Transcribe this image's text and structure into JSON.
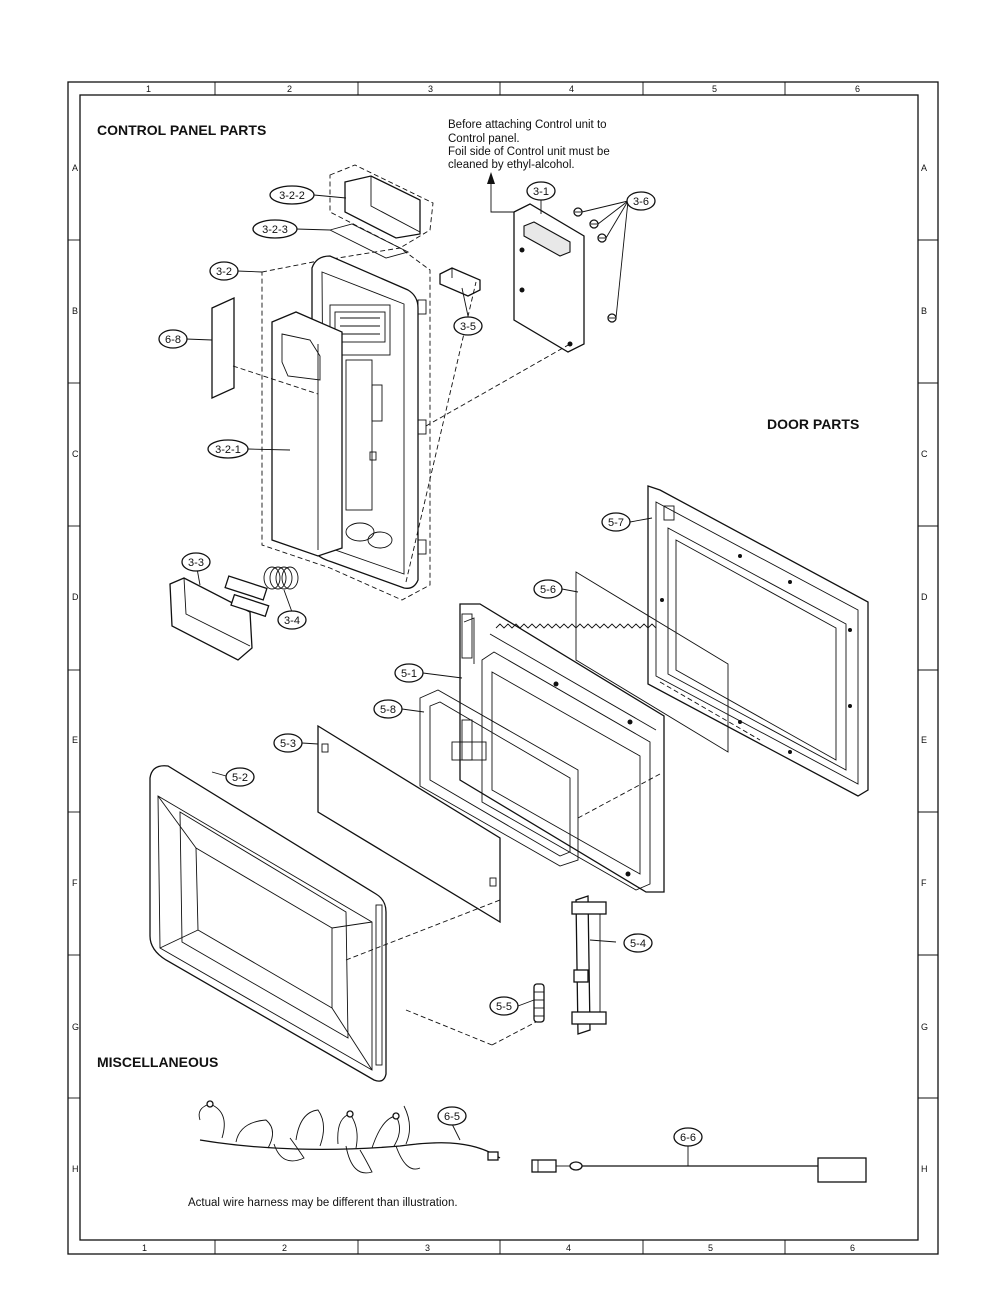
{
  "sections": {
    "control_panel": "CONTROL PANEL PARTS",
    "door": "DOOR PARTS",
    "misc": "MISCELLANEOUS"
  },
  "notes": {
    "control_unit": [
      "Before attaching Control unit to",
      "Control panel.",
      "Foil side of Control unit must be",
      "cleaned by ethyl-alcohol."
    ],
    "wire_harness": "Actual wire harness may be different than illustration."
  },
  "grid": {
    "columns_top": [
      "1",
      "2",
      "3",
      "4",
      "5",
      "6"
    ],
    "columns_bottom": [
      "1",
      "2",
      "3",
      "4",
      "5",
      "6"
    ],
    "rows": [
      "A",
      "B",
      "C",
      "D",
      "E",
      "F",
      "G",
      "H"
    ]
  },
  "callouts": [
    "3-2-2",
    "3-2-3",
    "3-2",
    "6-8",
    "3-2-1",
    "3-3",
    "3-4",
    "3-5",
    "3-1",
    "3-6",
    "5-7",
    "5-6",
    "5-1",
    "5-8",
    "5-3",
    "5-2",
    "5-4",
    "5-5",
    "6-5",
    "6-6"
  ]
}
